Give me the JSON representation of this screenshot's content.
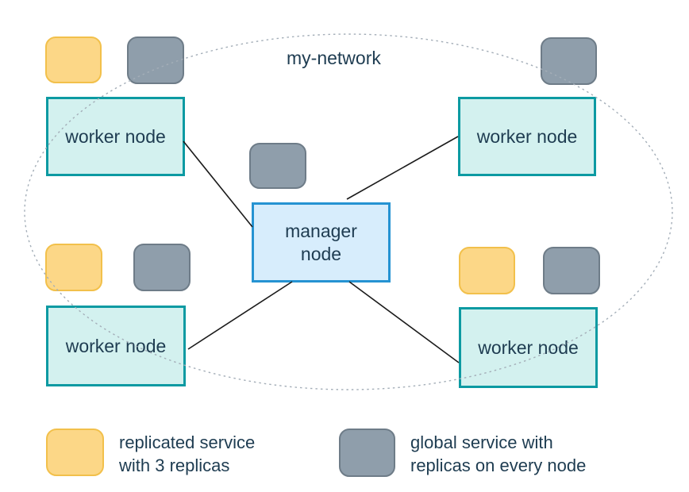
{
  "network": {
    "label": "my-network"
  },
  "nodes": {
    "manager": {
      "label": "manager\nnode"
    },
    "workers": [
      {
        "label": "worker node"
      },
      {
        "label": "worker node"
      },
      {
        "label": "worker node"
      },
      {
        "label": "worker node"
      }
    ]
  },
  "legend": {
    "replicated": {
      "label": "replicated service\nwith 3 replicas"
    },
    "global": {
      "label": "global service with\nreplicas on every node"
    }
  },
  "colors": {
    "worker_fill": "#d3f1ef",
    "worker_border": "#0c9aa2",
    "manager_fill": "#d7edfc",
    "manager_border": "#2593d2",
    "replicated_fill": "#fcd787",
    "replicated_border": "#f2c04b",
    "global_fill": "#8f9eab",
    "global_border": "#6e7c88",
    "text": "#1e3c51",
    "network_ellipse": "#a4aeb8",
    "connection_line": "#1b1b1b"
  }
}
